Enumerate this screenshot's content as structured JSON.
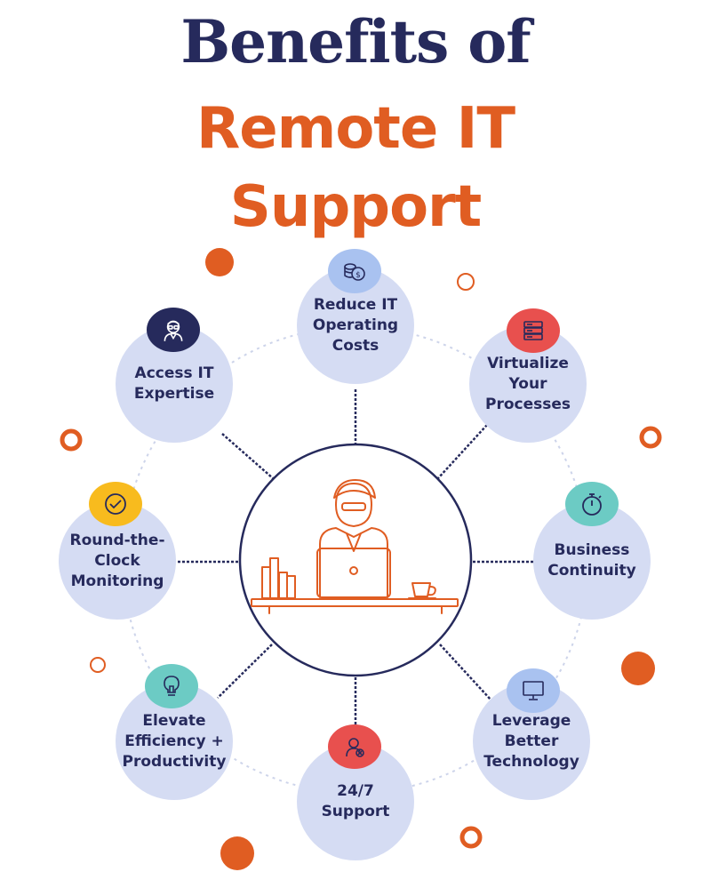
{
  "title": {
    "line1": "Benefits of",
    "line2": "Remote IT",
    "line3": "Support"
  },
  "colors": {
    "navy": "#262a5c",
    "orange": "#e05d22",
    "node_fill": "#d5dcf3",
    "badge_blue": "#a9c2f0",
    "badge_red": "#e8504e",
    "badge_teal": "#6ccbc4",
    "badge_yellow": "#f8bb1e"
  },
  "benefits": [
    {
      "label": "Reduce IT\nOperating\nCosts",
      "icon": "coins-icon"
    },
    {
      "label": "Virtualize\nYour\nProcesses",
      "icon": "server-icon"
    },
    {
      "label": "Business\nContinuity",
      "icon": "stopwatch-icon"
    },
    {
      "label": "Leverage\nBetter\nTechnology",
      "icon": "monitor-icon"
    },
    {
      "label": "24/7\nSupport",
      "icon": "support-agent-icon"
    },
    {
      "label": "Elevate\nEfficiency +\nProductivity",
      "icon": "lightbulb-icon"
    },
    {
      "label": "Round-the-\nClock\nMonitoring",
      "icon": "checkmark-icon"
    },
    {
      "label": "Access IT\nExpertise",
      "icon": "expert-person-icon"
    }
  ],
  "center_illustration": "person-at-laptop-icon"
}
